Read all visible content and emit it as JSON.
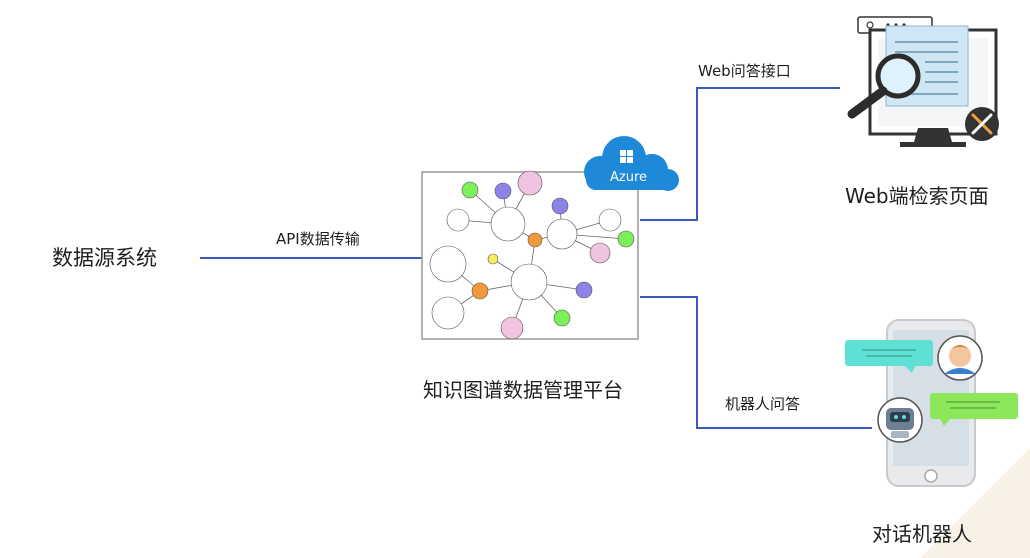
{
  "nodes": {
    "source": "数据源系统",
    "platform": "知识图谱数据管理平台",
    "web": "Web端检索页面",
    "chatbot": "对话机器人"
  },
  "edges": {
    "api": "API数据传输",
    "web_api": "Web问答接口",
    "robot_qa": "机器人问答"
  },
  "cloud": {
    "label": "Azure"
  },
  "colors": {
    "line": "#3a5bbd",
    "cloud": "#1e88d9",
    "node_green": "#7cf05a",
    "node_purple": "#8c82e8",
    "node_orange": "#f29a3a",
    "node_pink": "#f0c4e0",
    "node_yellow": "#f5ee5a",
    "chat_teal": "#5fe0d4",
    "chat_green": "#8ce85a"
  }
}
